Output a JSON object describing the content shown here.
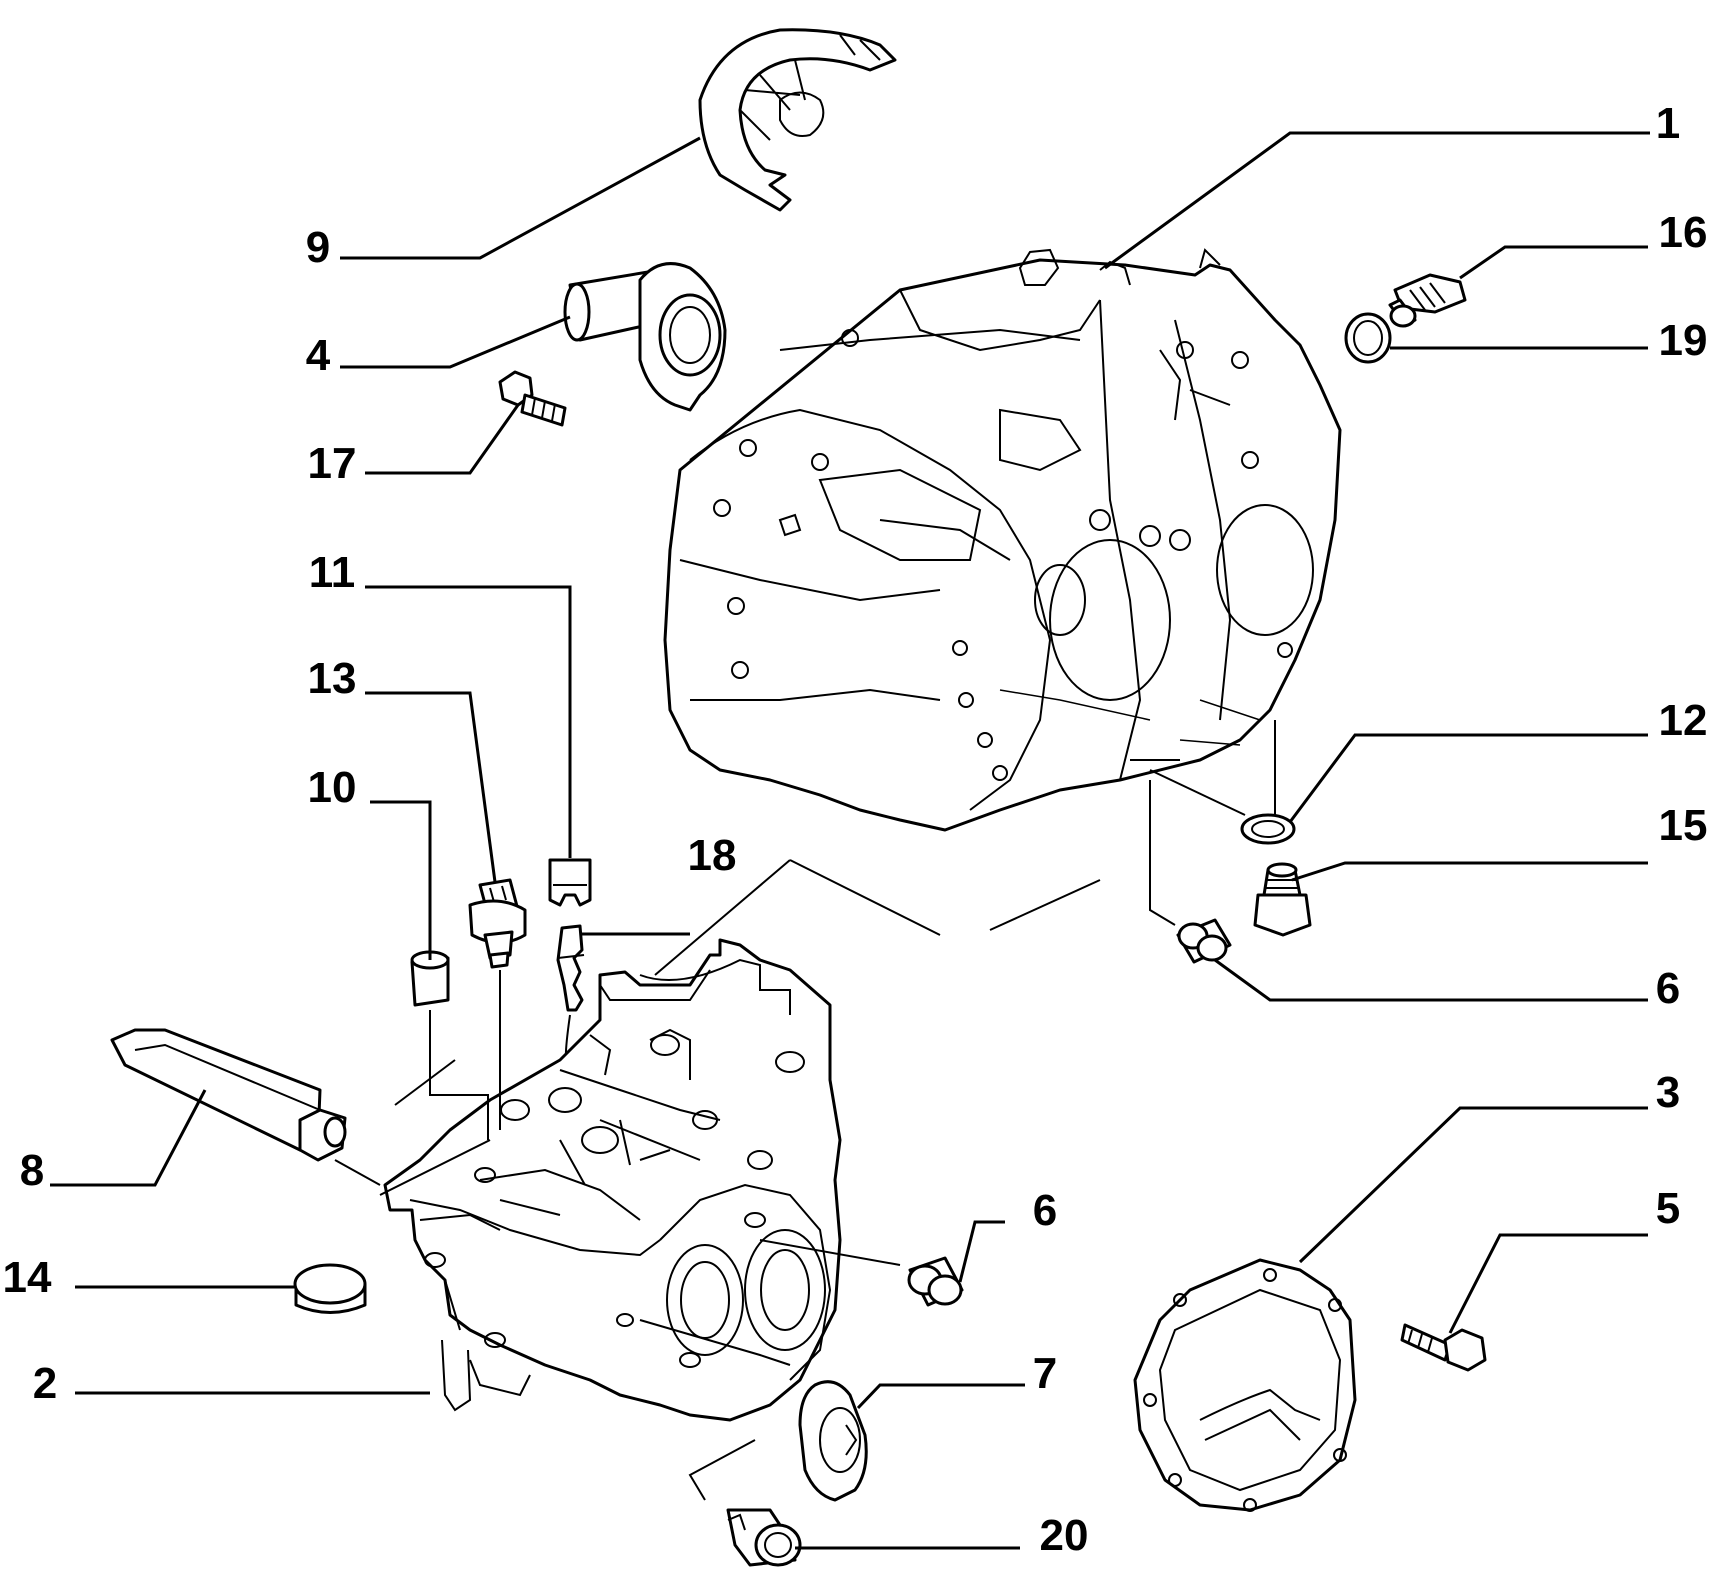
{
  "callouts": {
    "p1": "1",
    "p2": "2",
    "p3": "3",
    "p4": "4",
    "p5": "5",
    "p6a": "6",
    "p6b": "6",
    "p7": "7",
    "p8": "8",
    "p9": "9",
    "p10": "10",
    "p11": "11",
    "p12": "12",
    "p13": "13",
    "p14": "14",
    "p15": "15",
    "p16": "16",
    "p17": "17",
    "p18": "18",
    "p19": "19",
    "p20": "20"
  }
}
